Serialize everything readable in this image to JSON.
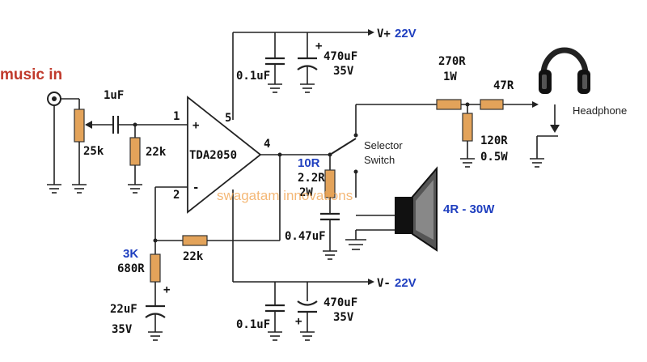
{
  "title": "music in",
  "ic_name": "TDA2050",
  "pins": {
    "p1": "1",
    "p2": "2",
    "p4": "4",
    "p5": "5",
    "plus": "+",
    "minus": "-"
  },
  "supply": {
    "pos_prefix": "V+",
    "pos_value": "22V",
    "neg_prefix": "V-",
    "neg_value": "22V"
  },
  "components": {
    "c_in": "1uF",
    "pot": "25k",
    "r_bias": "22k",
    "r_fb": "22k",
    "r_680_alt": "3K",
    "r_680": "680R",
    "c_22uf": "22uF",
    "c_22uf_v": "35V",
    "c_pos_small": "0.1uF",
    "c_pos_big": "470uF",
    "c_pos_big_v": "35V",
    "c_neg_small": "0.1uF",
    "c_neg_big": "470uF",
    "c_neg_big_v": "35V",
    "r_zobel_alt": "10R",
    "r_zobel": "2.2R",
    "r_zobel_w": "2W",
    "c_zobel": "0.47uF",
    "r_270": "270R",
    "r_270_w": "1W",
    "r_47": "47R",
    "r_120": "120R",
    "r_120_w": "0.5W"
  },
  "labels": {
    "selector_line1": "Selector",
    "selector_line2": "Switch",
    "headphone": "Headphone",
    "speaker": "4R - 30W",
    "watermark": "swagatam innovations"
  },
  "colors": {
    "title": "#c0392b",
    "accent_blue": "#1f3fbf",
    "resistor": "#e3a35a",
    "watermark": "#f0a04a"
  },
  "icons": [
    "headphone-icon",
    "speaker-icon",
    "rca-jack-icon",
    "ground-icon"
  ]
}
